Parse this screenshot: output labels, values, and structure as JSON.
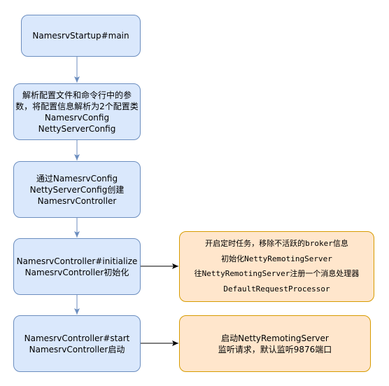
{
  "colors": {
    "blue_fill": "#dae8fc",
    "blue_stroke": "#6c8ebf",
    "orange_fill": "#ffe6cc",
    "orange_stroke": "#d79b00",
    "vertical_arrow": "#6c8ebf",
    "horizontal_arrow": "#000000"
  },
  "nodes": {
    "startup_main": {
      "lines": [
        "NamesrvStartup#main"
      ]
    },
    "parse_config": {
      "lines": [
        "解析配置文件和命令行中的参",
        "数，将配置信息解析为2个配置类",
        "NamesrvConfig",
        "NettyServerConfig"
      ]
    },
    "create_controller": {
      "lines": [
        "通过NamesrvConfig",
        "NettyServerConfig创建",
        "NamesrvController"
      ]
    },
    "controller_initialize": {
      "lines": [
        "NamesrvController#initialize",
        "NamesrvController初始化"
      ]
    },
    "controller_start": {
      "lines": [
        "NamesrvController#start",
        "NamesrvController启动"
      ]
    },
    "initialize_details": {
      "lines": [
        "开启定时任务，移除不活跃的broker信息",
        "初始化NettyRemotingServer",
        "往NettyRemotingServer注册一个消息处理器",
        "DefaultRequestProcessor"
      ]
    },
    "start_details": {
      "lines": [
        "启动NettyRemotingServer",
        "监听请求，默认监听9876端口"
      ]
    }
  }
}
